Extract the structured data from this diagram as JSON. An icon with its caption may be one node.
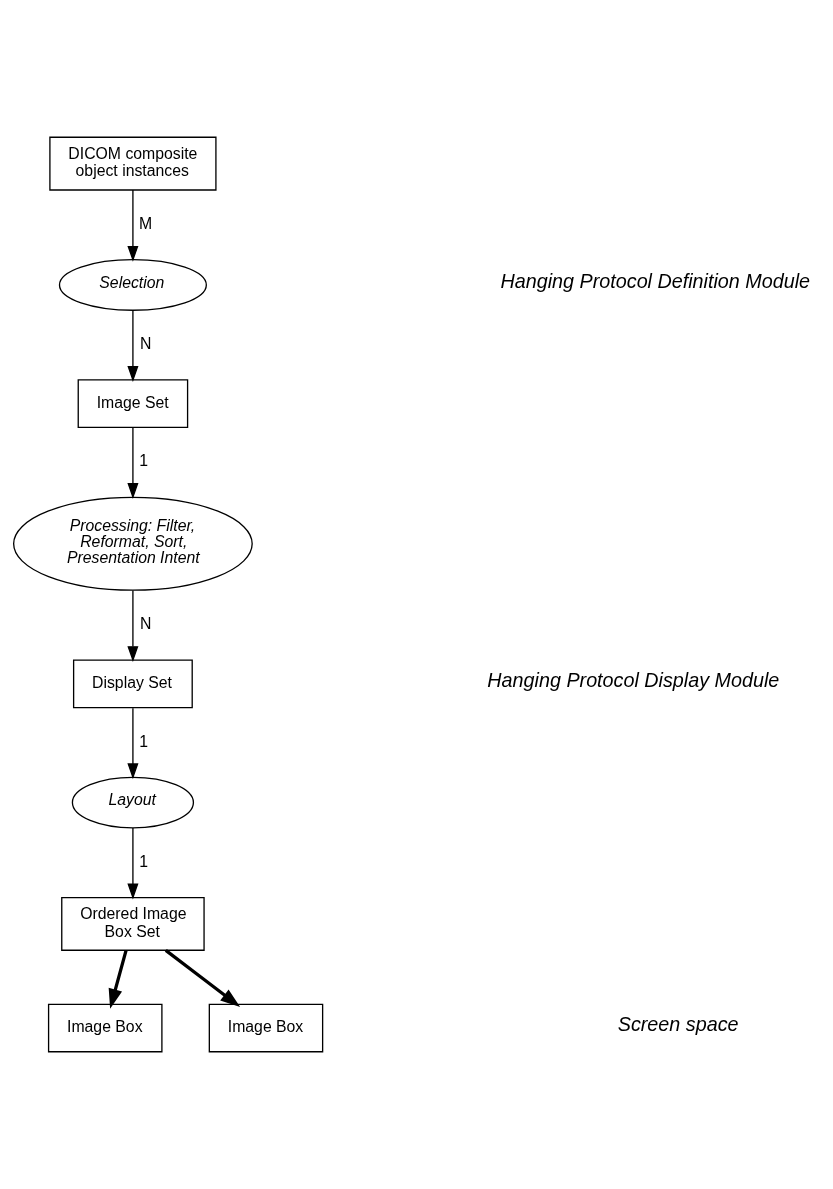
{
  "diagram": {
    "nodes": [
      {
        "text": [
          "DICOM composite object instances"
        ]
      },
      {
        "text": [
          "Selection"
        ]
      },
      {
        "text": [
          "Image Set"
        ]
      },
      {
        "text": [
          "Processing: Filter, Reformat, Sort, Presentation Intent"
        ]
      },
      {
        "text": [
          "Display Set"
        ]
      },
      {
        "text": [
          "Layout"
        ]
      },
      {
        "text": [
          "Ordered Image Box Set"
        ]
      },
      {
        "text": [
          "Image Box"
        ]
      },
      {
        "text": [
          "Image Box"
        ]
      }
    ],
    "edges": [
      {
        "from": 0,
        "to": 1,
        "arrow": "to",
        "label": "M"
      },
      {
        "from": 1,
        "to": 2,
        "arrow": "to",
        "label": "N"
      },
      {
        "from": 2,
        "to": 3,
        "arrow": "to",
        "label": "1"
      },
      {
        "from": 3,
        "to": 4,
        "arrow": "to",
        "label": "N"
      },
      {
        "from": 4,
        "to": 5,
        "arrow": "to",
        "label": "1"
      },
      {
        "from": 5,
        "to": 6,
        "arrow": "to",
        "label": "1"
      },
      {
        "from": 6,
        "to": 7,
        "arrow": "to",
        "style": "thick"
      },
      {
        "from": 6,
        "to": 8,
        "arrow": "to",
        "style": "thick"
      }
    ],
    "labels": [
      "Hanging Protocol Definition Module",
      "Hanging Protocol Display Module",
      "Screen space"
    ]
  }
}
